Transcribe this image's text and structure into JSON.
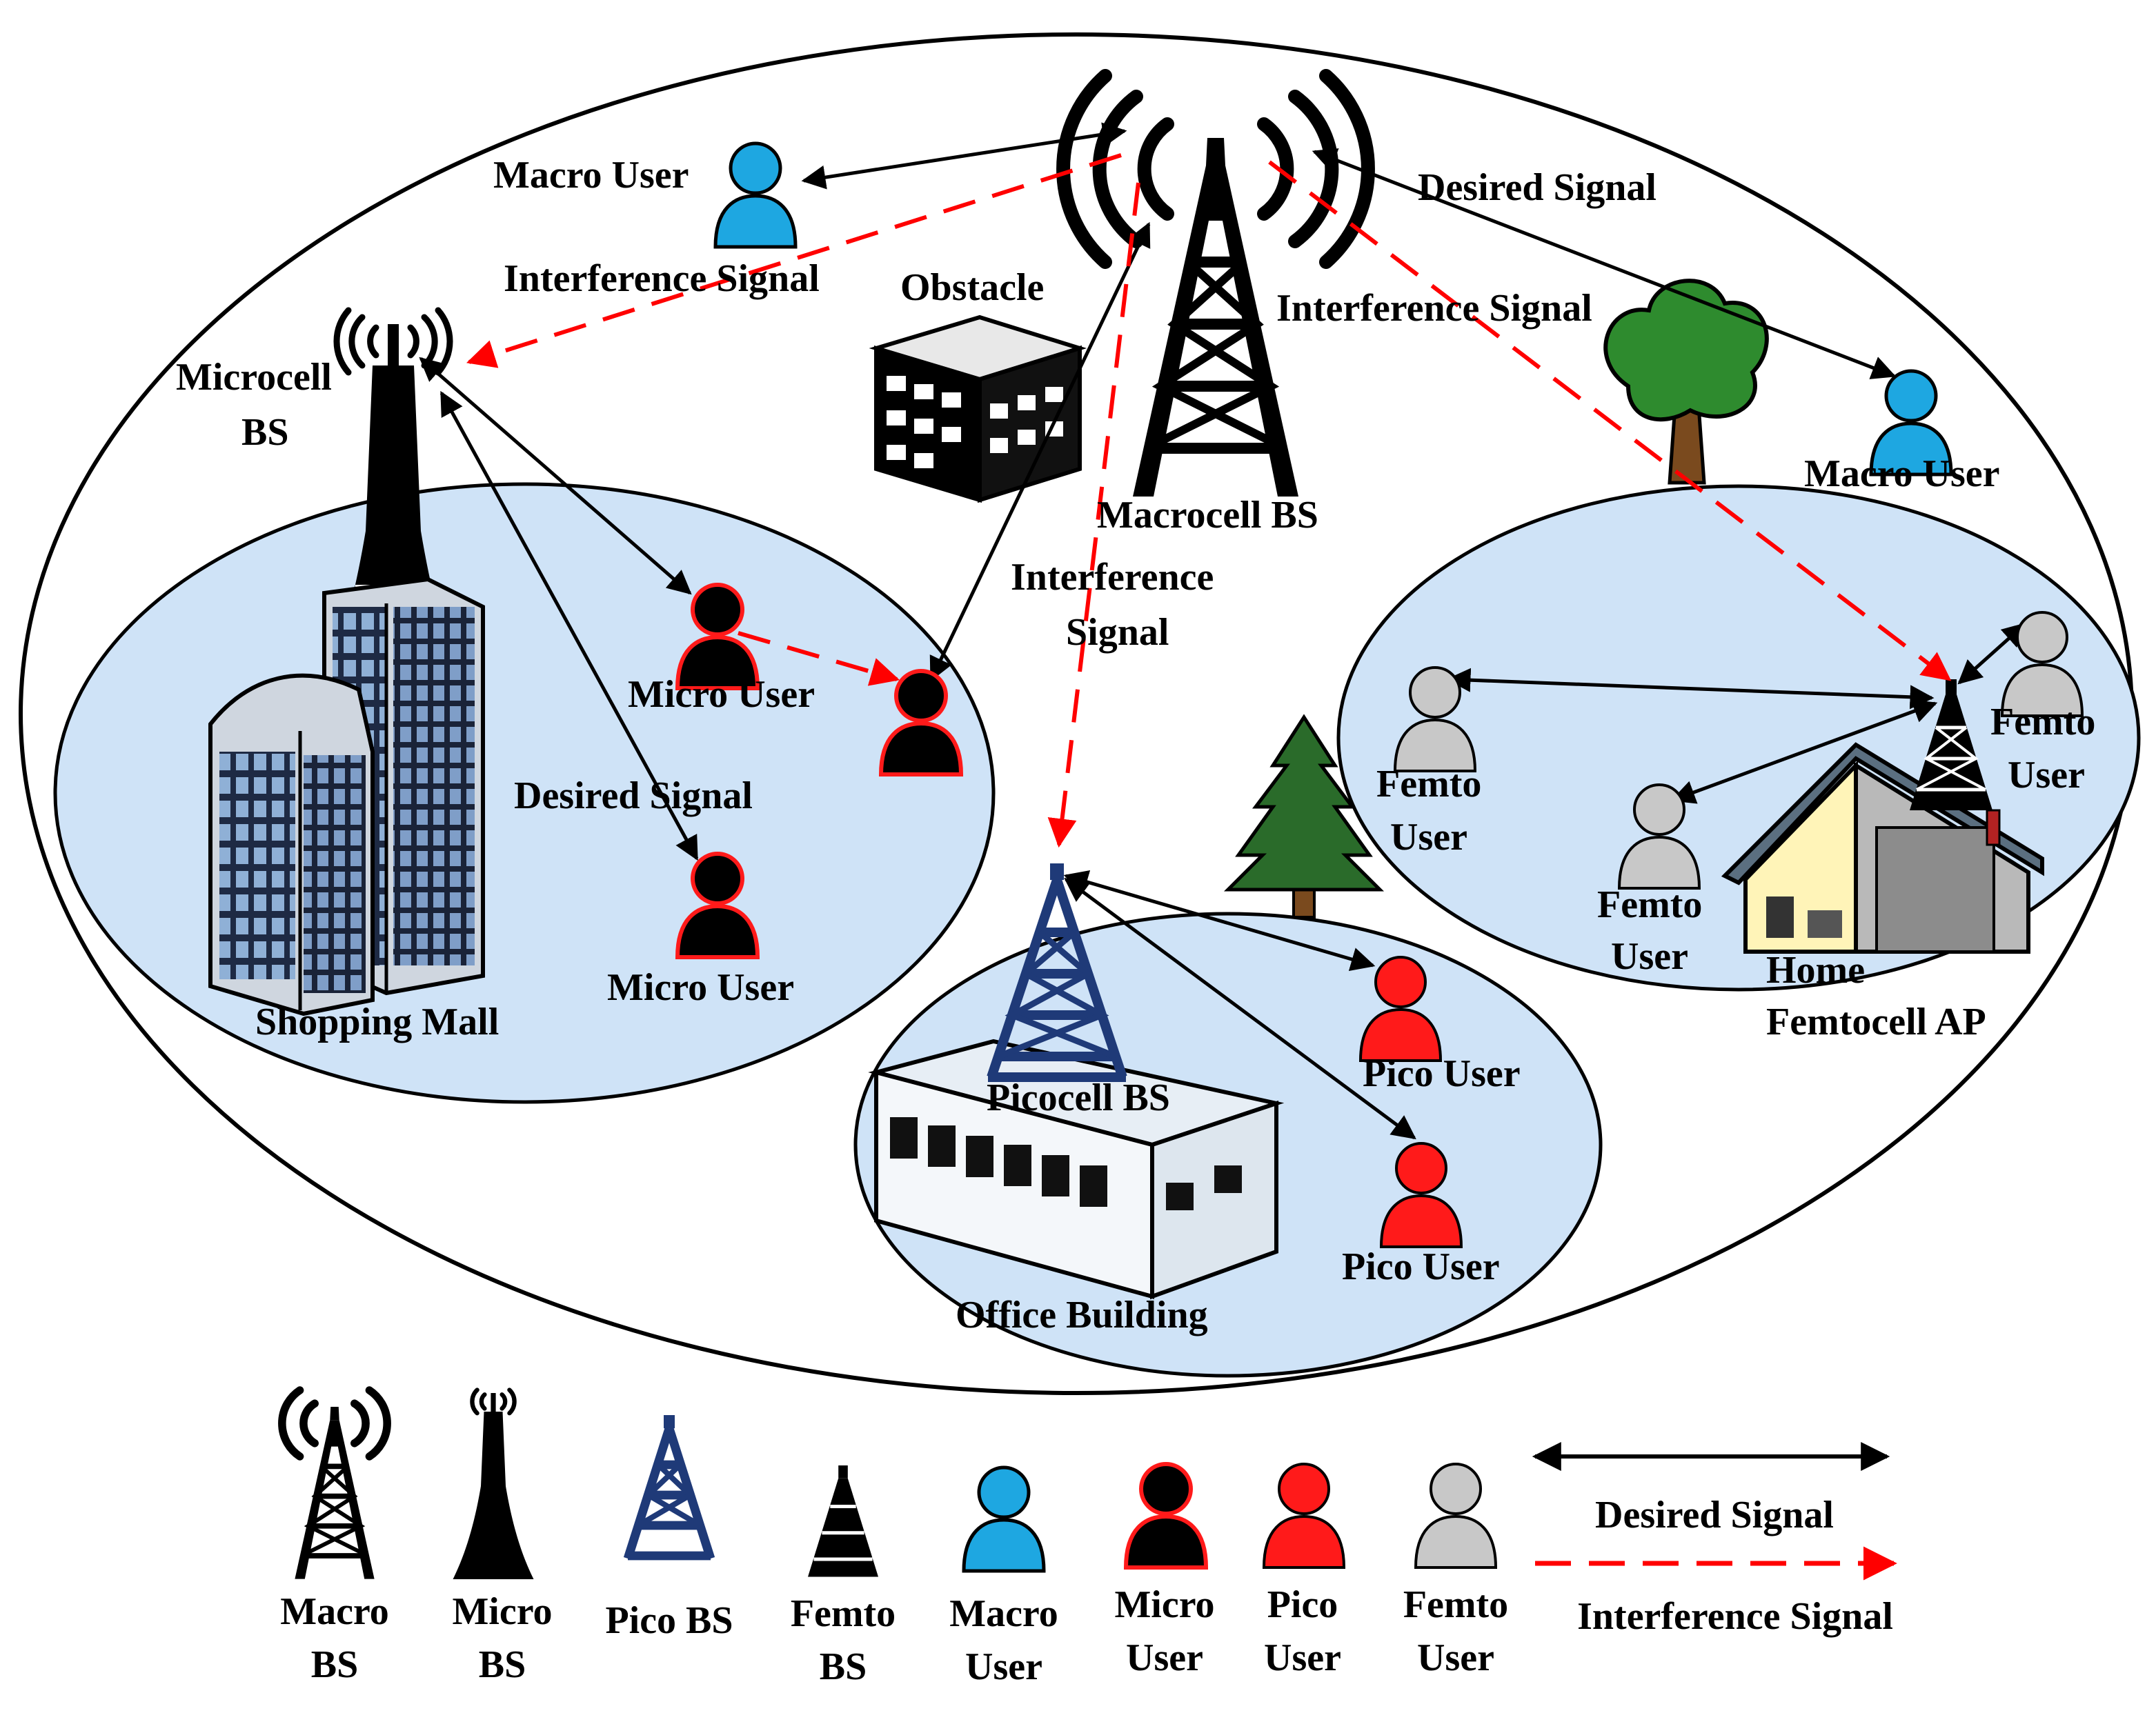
{
  "labels": {
    "macro_user_top": "Macro User",
    "macro_user_right": "Macro User",
    "interference_signal_left": "Interference Signal",
    "interference_signal_right": "Interference Signal",
    "interference_center_1": "Interference",
    "interference_center_2": "Signal",
    "desired_signal_top": "Desired Signal",
    "desired_signal_left": "Desired Signal",
    "obstacle": "Obstacle",
    "microcell_bs_1": "Microcell",
    "microcell_bs_2": "BS",
    "macrocell_bs": "Macrocell BS",
    "micro_user_1": "Micro User",
    "micro_user_2": "Micro User",
    "shopping_mall": "Shopping Mall",
    "picocell_bs": "Picocell BS",
    "office_building": "Office Building",
    "pico_user_1": "Pico User",
    "pico_user_2": "Pico User",
    "femto_user_left_1": "Femto",
    "femto_user_left_2": "User",
    "femto_user_mid_1": "Femto",
    "femto_user_mid_2": "User",
    "femto_user_right_1": "Femto",
    "femto_user_right_2": "User",
    "home_femtocell_1": "Home",
    "home_femtocell_2": "Femtocell AP"
  },
  "legend": {
    "macro_bs": [
      "Macro",
      "BS"
    ],
    "micro_bs": [
      "Micro",
      "BS"
    ],
    "pico_bs": [
      "Pico BS"
    ],
    "femto_bs": [
      "Femto",
      "BS"
    ],
    "macro_user": [
      "Macro",
      "User"
    ],
    "micro_user": [
      "Micro",
      "User"
    ],
    "pico_user": [
      "Pico",
      "User"
    ],
    "femto_user": [
      "Femto",
      "User"
    ],
    "desired_signal": "Desired Signal",
    "interference_signal": "Interference Signal"
  },
  "colors": {
    "macro_user": "#1ea7e1",
    "micro_user_fill": "#000000",
    "micro_user_outline": "#ff1a1a",
    "pico_user": "#ff1a1a",
    "femto_user": "#c8c8c8",
    "cell_fill": "#cfe3f7",
    "pico_tower": "#1f3a78",
    "desired_arrow": "#000000",
    "interference_arrow": "#ff0000"
  }
}
